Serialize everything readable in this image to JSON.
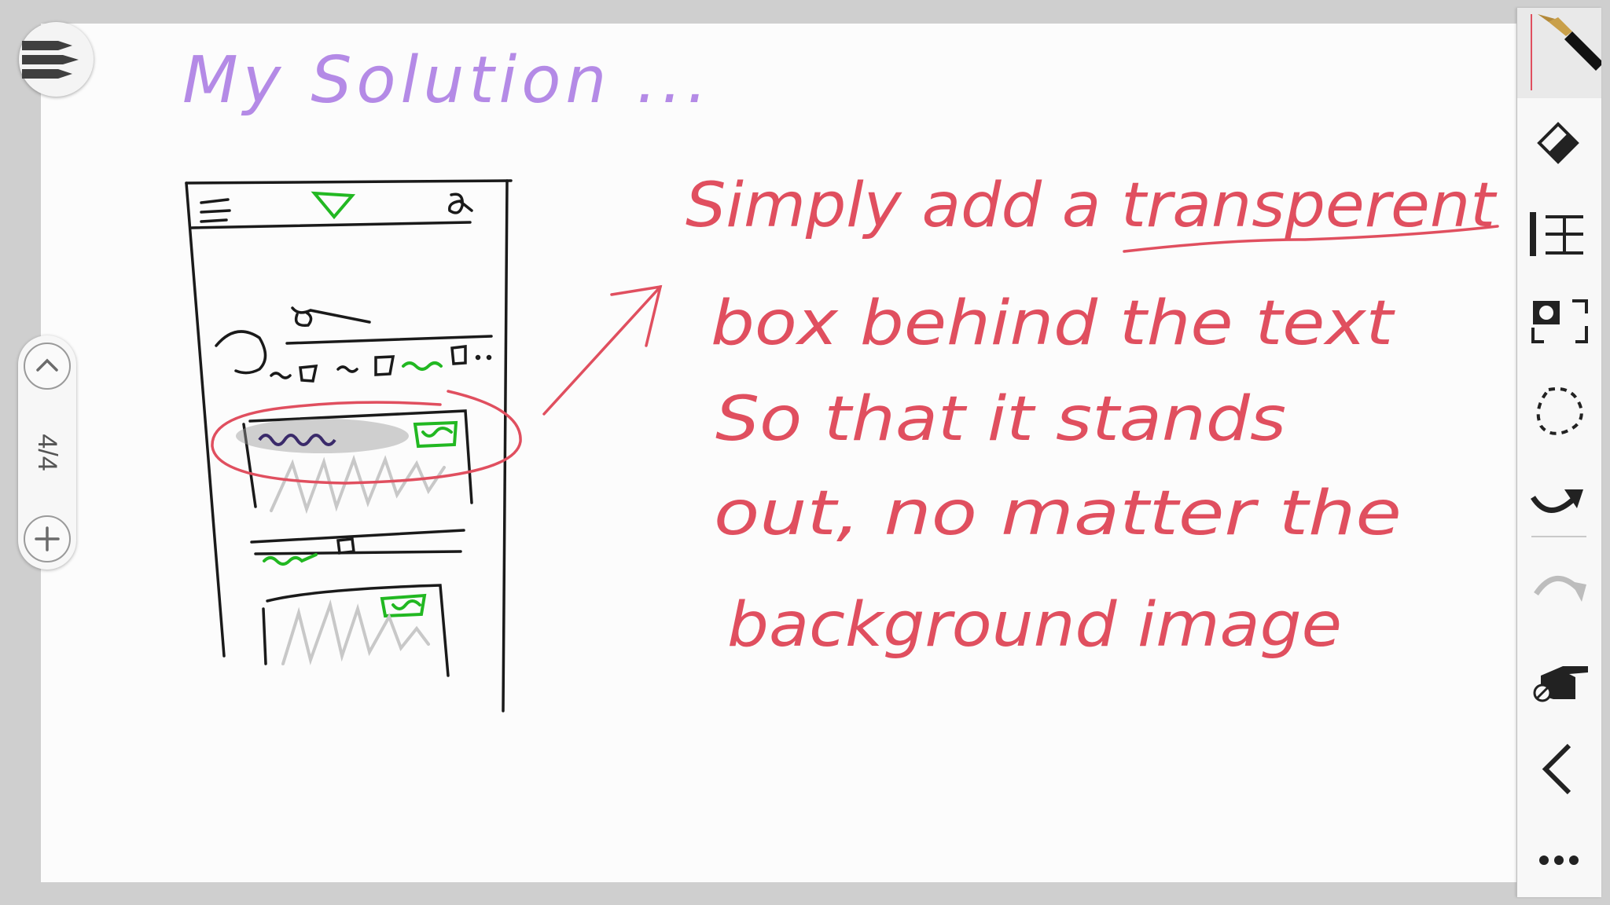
{
  "canvas": {
    "title": "My Solution ...",
    "note_lines": [
      "Simply add a transperent",
      "box behind the text",
      "So that it stands",
      "out, no matter the",
      "background image"
    ]
  },
  "page_nav": {
    "page_indicator": "4/4"
  },
  "colors": {
    "note_ink": "#e04f5f",
    "title_ink": "#b48ae6",
    "sketch_ink": "#1a1a1a",
    "accent_green": "#22b822"
  },
  "toolbar": {
    "tools": [
      "pen-icon",
      "eraser-icon",
      "text-icon",
      "screenshot-icon",
      "lasso-icon",
      "undo-icon",
      "redo-icon",
      "hand-icon",
      "back-icon",
      "more-icon"
    ]
  }
}
